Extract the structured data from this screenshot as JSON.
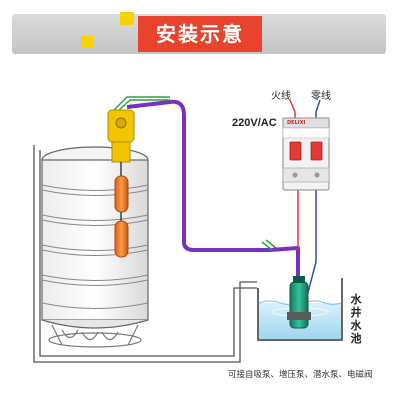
{
  "header": {
    "title": "安装示意"
  },
  "labels": {
    "live_wire": "火线",
    "neutral_wire": "零线",
    "voltage": "220V/AC",
    "breaker_brand": "DELIXI",
    "well_water_pool": "水井水池",
    "footer_note": "可接自吸泵、增压泵、潜水泵、电磁阀"
  },
  "colors": {
    "title_bg": "#e8442d",
    "accent_yellow": "#f7d300",
    "cable_purple": "#7b2fbe",
    "live_wire_red": "#e53935",
    "neutral_wire_blue": "#3949ab",
    "float_orange": "#f47c20",
    "water_blue": "#bfe6f6",
    "pump_green": "#1f9e7c",
    "breaker_red": "#e53935"
  }
}
